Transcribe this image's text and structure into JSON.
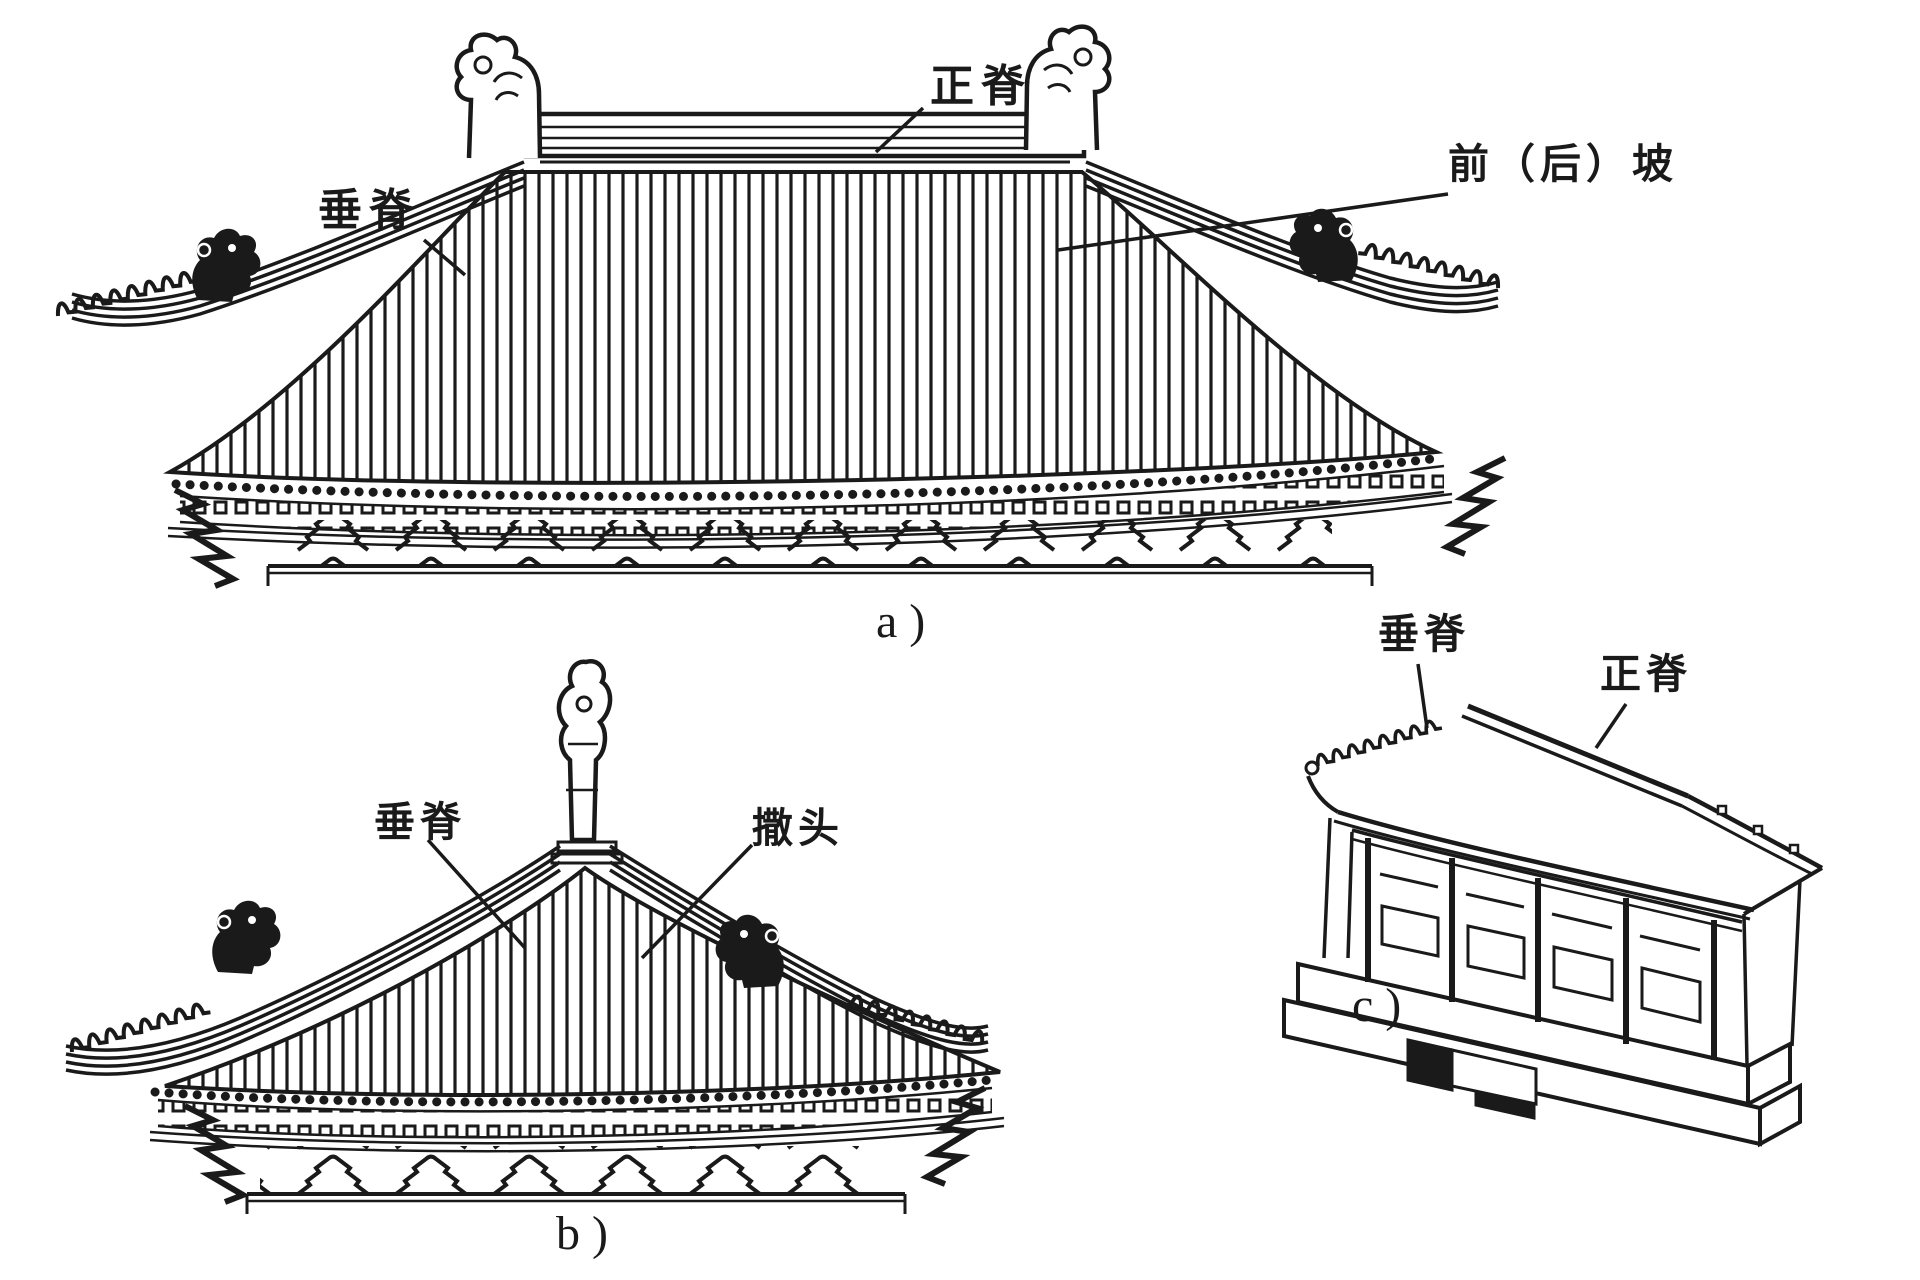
{
  "figure": {
    "background": "#ffffff",
    "ink": "#1a1a1a",
    "drawings": {
      "a": {
        "caption": "a )",
        "labels": {
          "chuiji": "垂脊",
          "zhengji": "正脊",
          "po": "前（后）坡"
        }
      },
      "b": {
        "caption": "b )",
        "labels": {
          "chuiji": "垂脊",
          "satou": "撒头"
        }
      },
      "c": {
        "caption": "c )",
        "labels": {
          "chuiji": "垂脊",
          "zhengji": "正脊"
        }
      }
    }
  }
}
